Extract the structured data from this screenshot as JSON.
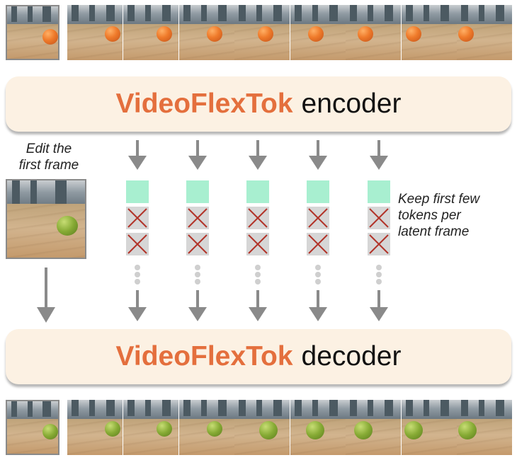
{
  "encoder": {
    "brand": "VideoFlexTok",
    "word": "encoder"
  },
  "decoder": {
    "brand": "VideoFlexTok",
    "word": "decoder"
  },
  "edit_note": [
    "Edit the",
    "first frame"
  ],
  "keep_note": [
    "Keep first few",
    "tokens per",
    "latent frame"
  ],
  "colors": {
    "brand": "#e46f3d",
    "band_bg": "#fcf1e3",
    "kept_token": "#a8efd0",
    "dropped_token": "#d6d6d6",
    "cross": "#b2342a",
    "arrow": "#8a8a8a"
  },
  "token_columns": 5,
  "tokens_per_column": [
    "kept",
    "dropped",
    "dropped"
  ],
  "input_frames": {
    "ball_color": "orange",
    "ball_positions": [
      0.72,
      0.68,
      0.6,
      0.5,
      0.42,
      0.32,
      0.22,
      0.08,
      0.02
    ]
  },
  "output_frames": {
    "ball_color": "lime",
    "ball_positions": [
      0.72,
      0.68,
      0.6,
      0.5,
      0.45,
      0.28,
      0.15,
      0.05,
      0.02
    ]
  }
}
